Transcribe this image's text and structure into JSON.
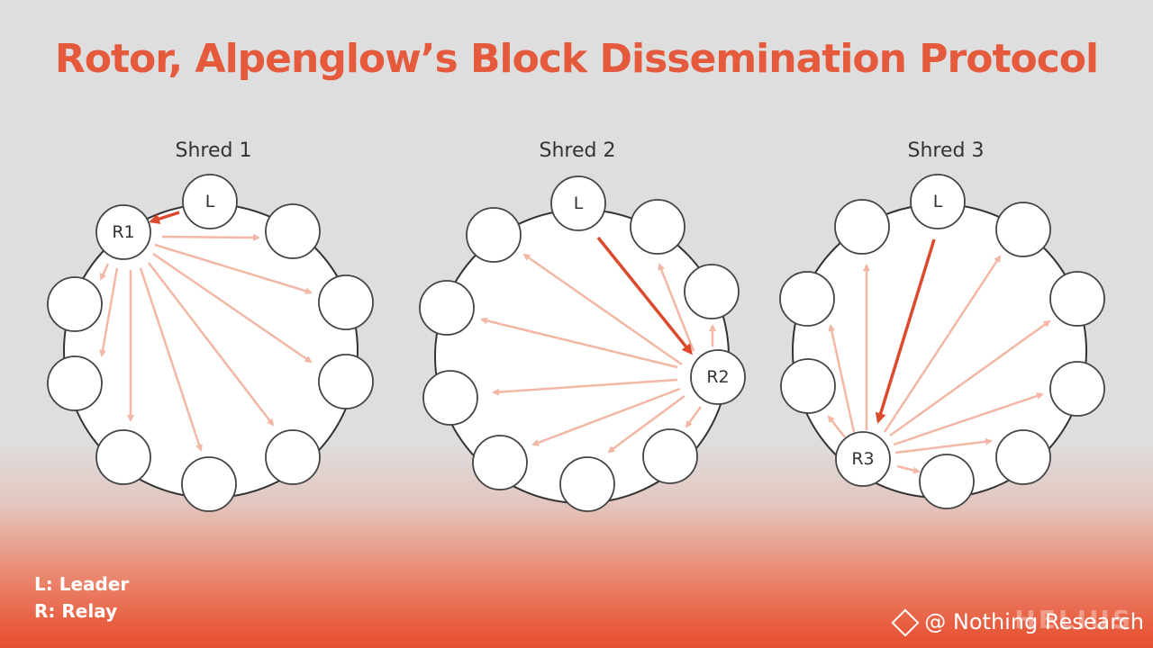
{
  "title": "Rotor, Alpenglow’s Block Dissemination Protocol",
  "shreds": [
    {
      "label": "Shred 1",
      "leader": "L",
      "relay": "R1"
    },
    {
      "label": "Shred 2",
      "leader": "L",
      "relay": "R2"
    },
    {
      "label": "Shred 3",
      "leader": "L",
      "relay": "R3"
    }
  ],
  "legend": {
    "leader": "L: Leader",
    "relay": "R: Relay"
  },
  "watermark": "@ Nothing Research",
  "brand": "HELIUS",
  "colors": {
    "accent": "#e55a3c",
    "primary_arrow": "#dc4a2e",
    "relay_arrow": "#f2b7a5",
    "node_fill": "#ffffff",
    "node_stroke": "#444444"
  }
}
